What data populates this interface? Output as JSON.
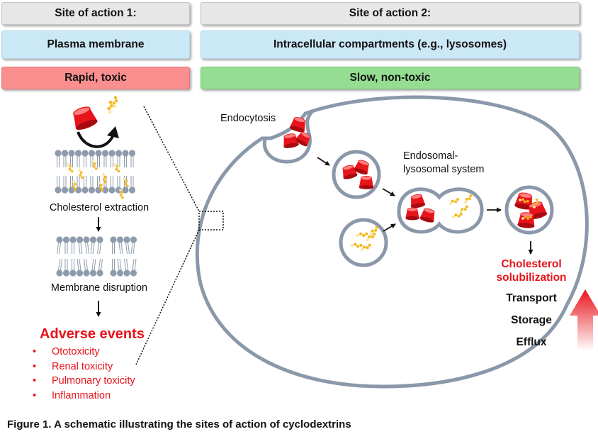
{
  "headers": {
    "site1_title": "Site of action 1:",
    "site2_title": "Site of action 2:",
    "site1_location": "Plasma membrane",
    "site2_location": "Intracellular compartments (e.g., lysosomes)",
    "site1_speed": "Rapid, toxic",
    "site2_speed": "Slow, non-toxic"
  },
  "left_panel": {
    "step1": "Cholesterol extraction",
    "step2": "Membrane disruption",
    "adverse_title": "Adverse events",
    "adverse_items": [
      "Ototoxicity",
      "Renal toxicity",
      "Pulmonary toxicity",
      "Inflammation"
    ],
    "bullet": "•"
  },
  "right_panel": {
    "endocytosis": "Endocytosis",
    "endosomal_line1": "Endosomal-",
    "endosomal_line2": "lysosomal system",
    "solubilization_line1": "Cholesterol",
    "solubilization_line2": "solubilization",
    "outcomes": [
      "Transport",
      "Storage",
      "Efflux"
    ]
  },
  "caption": "Figure 1. A schematic illustrating the sites of action of cyclodextrins",
  "colors": {
    "cyclodextrin": "#e8141b",
    "cholesterol": "#f4b81c",
    "cell_outline": "#8a98aa",
    "lipid_head": "#8e9bad",
    "adverse_text": "#e8141b",
    "header_red": "#fb8e8e",
    "header_green": "#94dd92",
    "header_blue": "#cbe8f6"
  }
}
